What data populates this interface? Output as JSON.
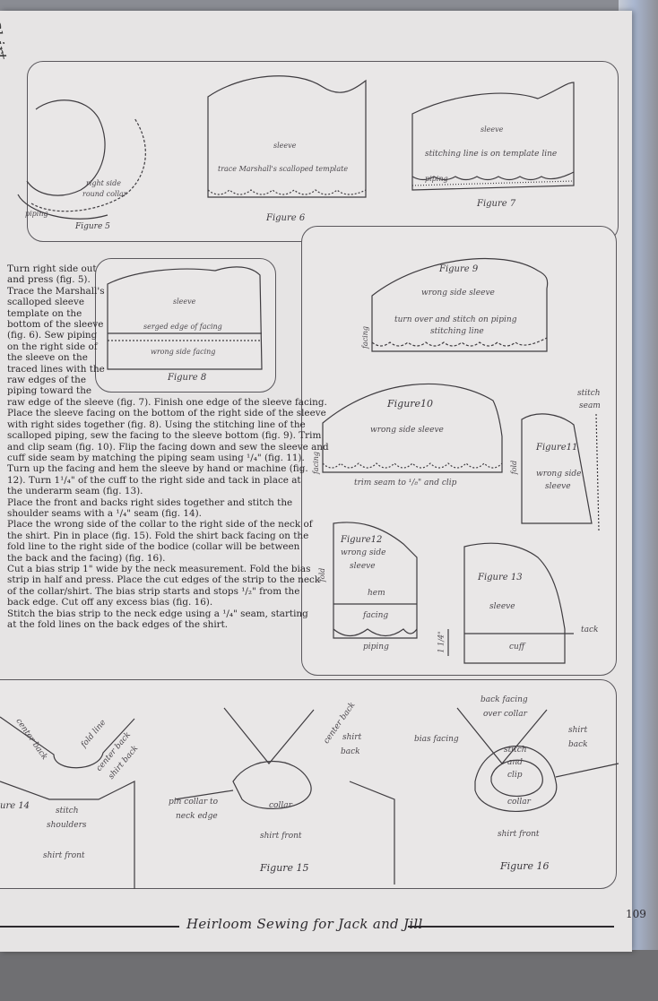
{
  "header": {
    "running_head": "Shirt"
  },
  "figures": {
    "fig5": {
      "caption": "Figure 5",
      "labels": [
        "right side",
        "round collar"
      ],
      "piping_label": "piping"
    },
    "fig6": {
      "caption": "Figure 6",
      "sleeve": "sleeve",
      "instruction": "trace Marshall's scalloped template"
    },
    "fig7": {
      "caption": "Figure 7",
      "sleeve": "sleeve",
      "instruction": "stitching line is on template line",
      "piping": "piping"
    },
    "fig8": {
      "caption": "Figure 8",
      "sleeve": "sleeve",
      "serged": "serged edge of facing",
      "wrong_side": "wrong side facing"
    },
    "fig9": {
      "caption": "Figure 9",
      "wrong_side": "wrong side sleeve",
      "instruction_1": "turn over and stitch on piping",
      "instruction_2": "stitching line",
      "facing": "facing"
    },
    "fig10": {
      "caption": "Figure10",
      "wrong_side": "wrong side sleeve",
      "trim": "trim seam to ¹/₈\" and clip",
      "facing": "facing"
    },
    "fig11": {
      "caption": "Figure11",
      "stitch": "stitch",
      "seam": "seam",
      "wrong_side": "wrong side",
      "sleeve": "sleeve",
      "fold": "fold"
    },
    "fig12": {
      "caption": "Figure12",
      "wrong_side": "wrong side",
      "sleeve": "sleeve",
      "hem": "hem",
      "facing": "facing",
      "piping": "piping",
      "fold": "fold"
    },
    "fig13": {
      "caption": "Figure 13",
      "sleeve": "sleeve",
      "tack": "tack",
      "cuff": "cuff",
      "measure": "1 1/4\""
    },
    "fig14": {
      "caption": "ure 14",
      "center_back": "center back",
      "fold_line": "fold line",
      "center_back_2": "center back",
      "shirt_back": "shirt back",
      "stitch": "stitch",
      "shoulders": "shoulders",
      "shirt_front": "shirt front"
    },
    "fig15": {
      "caption": "Figure 15",
      "center_back": "center back",
      "shirt_back_1": "shirt",
      "shirt_back_2": "back",
      "pin_1": "pin collar to",
      "pin_2": "neck edge",
      "collar": "collar",
      "shirt_front": "shirt front"
    },
    "fig16": {
      "caption": "Figure 16",
      "back_facing_1": "back facing",
      "back_facing_2": "over collar",
      "bias_facing": "bias facing",
      "shirt_1": "shirt",
      "shirt_2": "back",
      "stitch": "stitch",
      "and": "and",
      "clip": "clip",
      "collar": "collar",
      "shirt_front": "shirt front"
    }
  },
  "body_lines": [
    "Turn right side out",
    "and press (fig. 5).",
    "Trace the Marshall's",
    "scalloped sleeve",
    "template on the",
    "bottom of the sleeve",
    "(fig. 6). Sew piping",
    "on the right side of",
    "the sleeve on the",
    "traced lines with the",
    "raw edges of the",
    "piping toward the",
    "raw edge of the sleeve (fig. 7). Finish one edge of the sleeve facing.",
    "Place the sleeve facing on the bottom of the right side of the sleeve",
    "with right sides together (fig. 8). Using the stitching line of the",
    "scalloped piping, sew the facing to the sleeve bottom (fig. 9). Trim",
    "and clip seam (fig. 10). Flip the facing down and sew the sleeve and",
    "cuff side seam by matching the piping seam using ¹/₄\" (fig. 11).",
    "Turn up the facing and hem the sleeve by hand or machine (fig.",
    "12). Turn 1¹/₄\" of the cuff to the right side and tack in place at",
    "the underarm seam (fig. 13).",
    "Place the front and backs right sides together and stitch the",
    "shoulder seams with a ¹/₄\" seam (fig. 14).",
    "Place the wrong side of the collar to the right side of the neck of",
    "the shirt. Pin in place (fig. 15). Fold the shirt back facing on the",
    "fold line to the right side of the bodice (collar will be between",
    "the back and the facing) (fig. 16).",
    "Cut a bias strip 1\" wide by the neck measurement. Fold the bias",
    "strip in half and press. Place the cut edges of the strip to the neck",
    "of the collar/shirt. The bias strip starts and stops ¹/₂\" from the",
    "back edge. Cut off any excess bias (fig. 16).",
    "Stitch the bias strip to the neck edge using a ¹/₄\" seam, starting",
    "at the fold lines on the back edges of the shirt."
  ],
  "footer": {
    "title": "Heirloom Sewing for Jack and Jill",
    "page_number": "109"
  }
}
